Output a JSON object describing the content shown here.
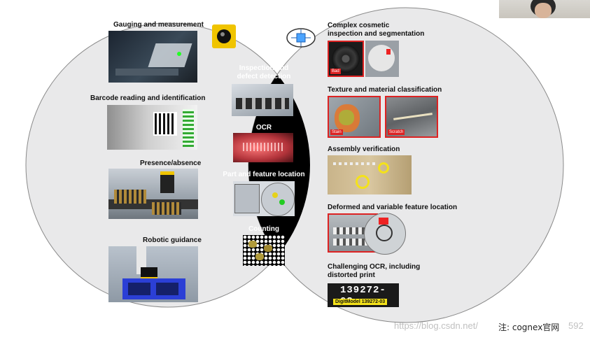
{
  "left_circle": {
    "items": [
      {
        "label": "Gauging and measurement"
      },
      {
        "label": "Barcode reading and identification"
      },
      {
        "label": "Presence/absence"
      },
      {
        "label": "Robotic guidance"
      }
    ]
  },
  "intersection": {
    "items": [
      {
        "label": "Inspection and\ndefect detection"
      },
      {
        "label": "OCR"
      },
      {
        "label": "Part and feature location"
      },
      {
        "label": "Counting"
      }
    ]
  },
  "right_circle": {
    "items": [
      {
        "label": "Complex cosmetic\ninspection and segmentation",
        "tags": [
          "Bad"
        ]
      },
      {
        "label": "Texture and material classification",
        "tags": [
          "Stain",
          "Scratch"
        ]
      },
      {
        "label": "Assembly verification"
      },
      {
        "label": "Deformed and variable feature location"
      },
      {
        "label": "Challenging OCR, including\ndistorted print",
        "ocr_text": "139272-03",
        "ocr_label": "DigitModel 139272-03"
      }
    ]
  },
  "watermark": {
    "url": "https://blog.csdn.net/",
    "source": "注: cognex官网",
    "tail": "592"
  },
  "colors": {
    "circle_fill": "#e9e9ea",
    "circle_stroke": "#8a8a8a",
    "intersection_fill": "#000000",
    "accent_red": "#dd2222"
  }
}
